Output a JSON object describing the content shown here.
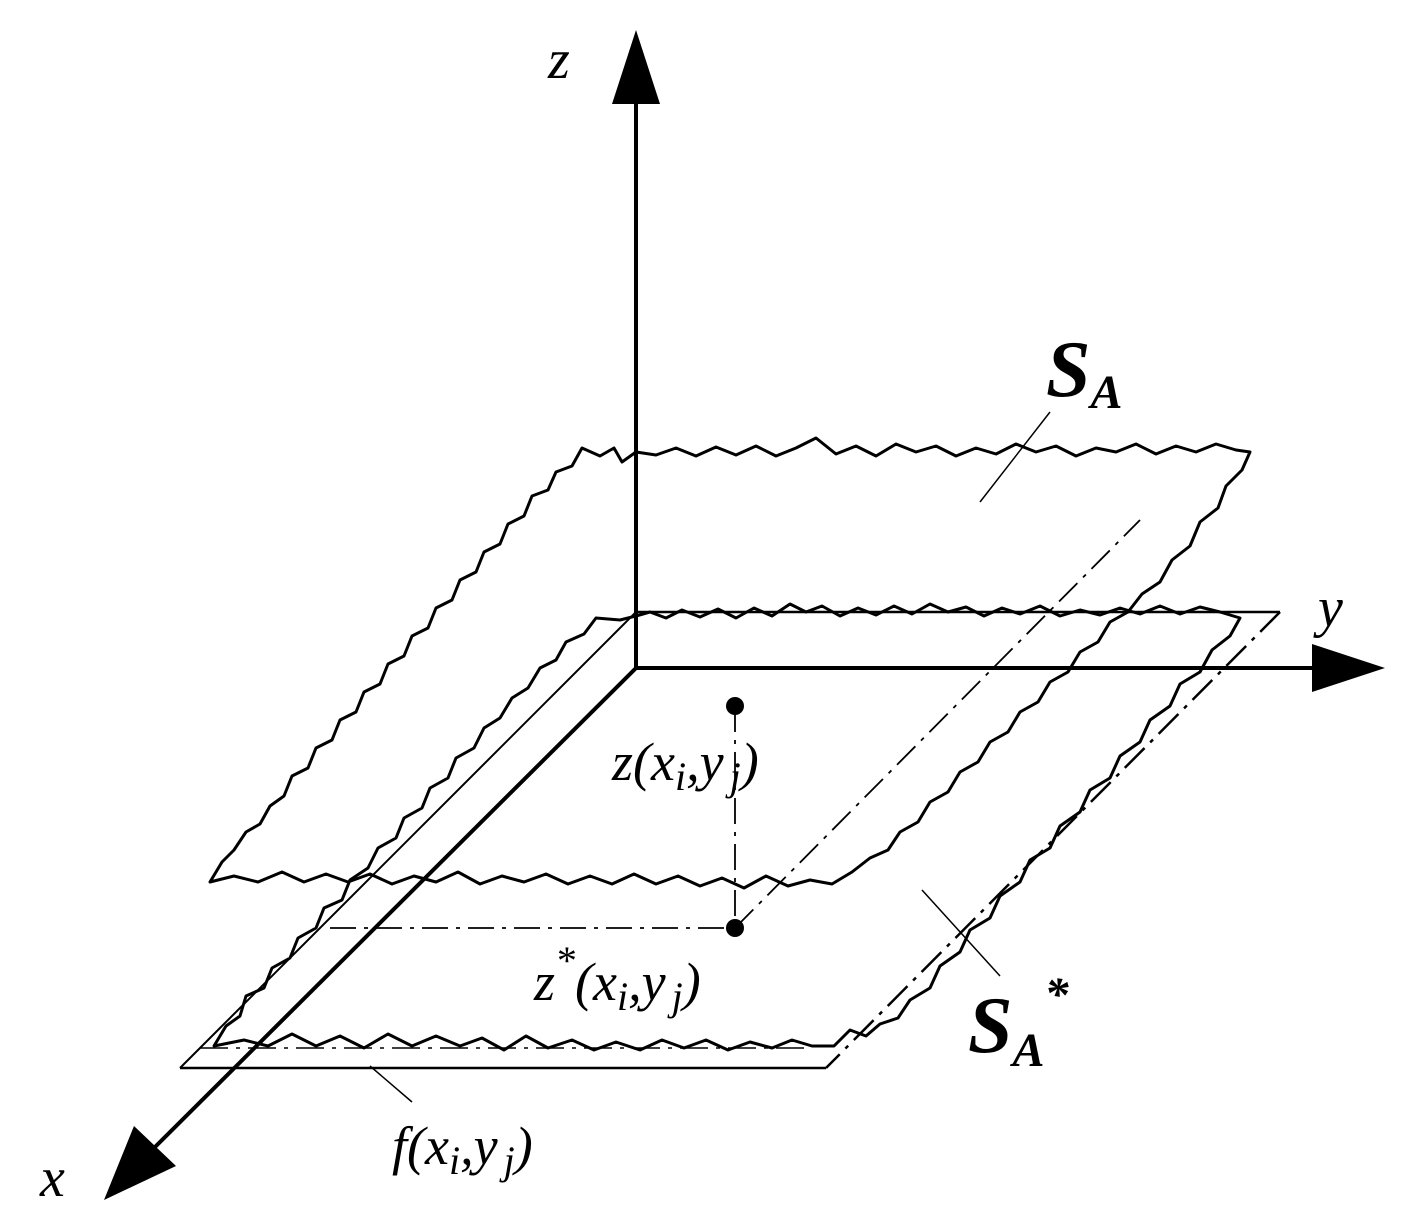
{
  "axes": {
    "x_label": "x",
    "y_label": "y",
    "z_label": "z"
  },
  "surfaces": {
    "upper_label": "S",
    "upper_sub": "A",
    "lower_label": "S",
    "lower_sub": "A",
    "lower_sup": "*"
  },
  "points": {
    "z_point": {
      "func": "z",
      "open": "(",
      "x": "x",
      "xi": "i",
      "comma": ",",
      "y": "y",
      "yj": "j",
      "close": ")"
    },
    "zstar_point": {
      "func": "z",
      "star": "*",
      "open": "(",
      "x": "x",
      "xi": "i",
      "comma": ",",
      "y": "y",
      "yj": "j",
      "close": ")"
    },
    "f_point": {
      "func": "f",
      "open": "(",
      "x": "x",
      "xi": "i",
      "comma": ",",
      "y": "y",
      "yj": "j",
      "close": ")"
    }
  },
  "colors": {
    "ink": "#000000",
    "paper": "#ffffff"
  }
}
